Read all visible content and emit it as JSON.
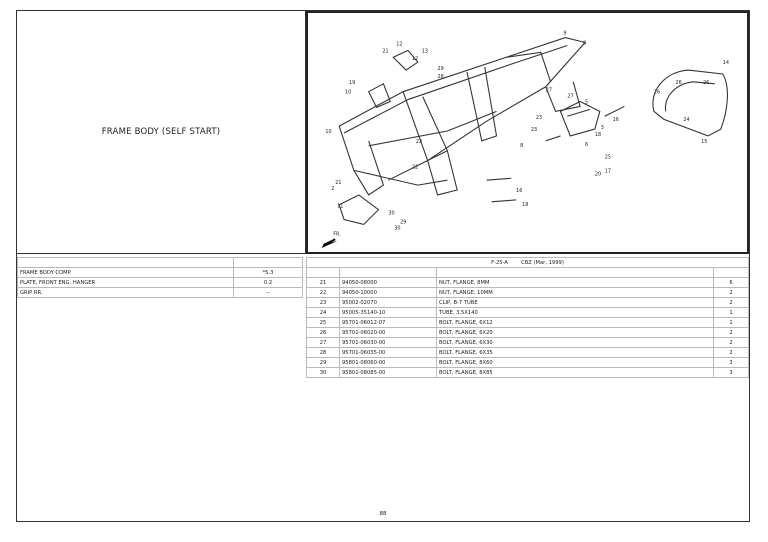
{
  "section_title": "FRAME BODY (SELF START)",
  "diagram_caption": "F-25-A",
  "model_text": "CBZ (Mar, 1999)",
  "direction_label": "FR.",
  "callouts": [
    "21",
    "12",
    "13",
    "12",
    "29",
    "28",
    "29",
    "19",
    "10",
    "19",
    "9",
    "8",
    "14",
    "27",
    "27",
    "5",
    "26",
    "26",
    "24",
    "28",
    "15",
    "16",
    "22",
    "23",
    "16",
    "18",
    "6",
    "3",
    "22",
    "25",
    "17",
    "20",
    "18",
    "11",
    "30",
    "30",
    "29",
    "2",
    "21",
    "16",
    "18"
  ],
  "left_rows": [
    {
      "name": "FRAME BODY COMP.",
      "value": "*5.3"
    },
    {
      "name": "PLATE, FRONT ENG. HANGER",
      "value": "0.2"
    },
    {
      "name": "GRIP RR.",
      "value": "--"
    }
  ],
  "parts": [
    {
      "ref": "21",
      "part_no": "94050-08000",
      "desc": "NUT, FLANGE, 8MM",
      "qty": "6"
    },
    {
      "ref": "22",
      "part_no": "94050-10000",
      "desc": "NUT, FLANGE, 10MM",
      "qty": "2"
    },
    {
      "ref": "23",
      "part_no": "95002-02070",
      "desc": "CLIP, B-7 TUBE",
      "qty": "2"
    },
    {
      "ref": "24",
      "part_no": "95005-35140-10",
      "desc": "TUBE, 3.5X140",
      "qty": "1"
    },
    {
      "ref": "25",
      "part_no": "95701-06012-07",
      "desc": "BOLT, FLANGE, 6X12",
      "qty": "1"
    },
    {
      "ref": "26",
      "part_no": "95701-06020-00",
      "desc": "BOLT, FLANGE, 6X20",
      "qty": "2"
    },
    {
      "ref": "27",
      "part_no": "95701-06030-00",
      "desc": "BOLT, FLANGE, 6X30",
      "qty": "2"
    },
    {
      "ref": "28",
      "part_no": "95701-06035-00",
      "desc": "BOLT, FLANGE, 6X35",
      "qty": "2"
    },
    {
      "ref": "29",
      "part_no": "95801-08060-00",
      "desc": "BOLT, FLANGE, 8X60",
      "qty": "3"
    },
    {
      "ref": "30",
      "part_no": "95801-08085-00",
      "desc": "BOLT, FLANGE, 8X85",
      "qty": "3"
    }
  ],
  "page_number": "88"
}
